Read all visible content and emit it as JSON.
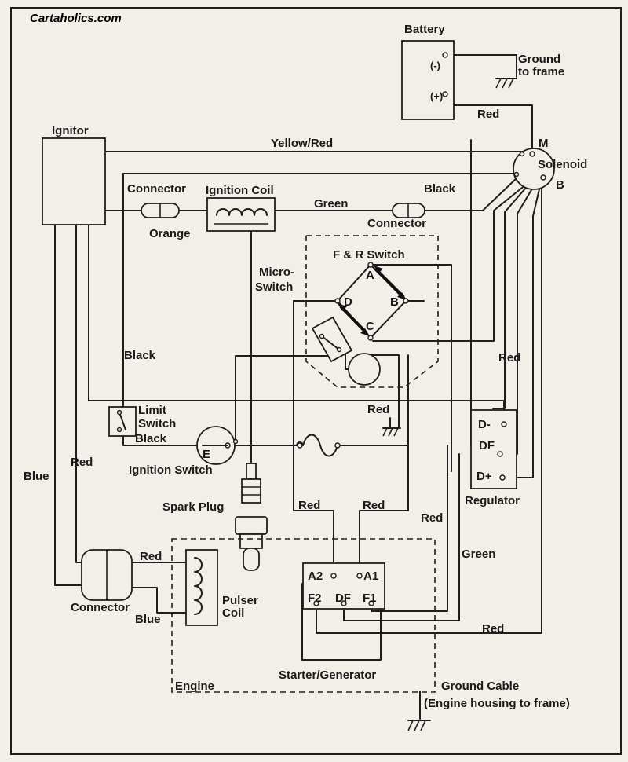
{
  "brand": "Cartaholics.com",
  "components": {
    "battery": "Battery",
    "battery_neg": "(-)",
    "battery_pos": "(+)",
    "ground_to_frame_1": "Ground",
    "ground_to_frame_2": "to frame",
    "ignitor": "Ignitor",
    "solenoid": "Solenoid",
    "solenoid_m": "M",
    "solenoid_b": "B",
    "connector_top": "Connector",
    "ignition_coil": "Ignition Coil",
    "orange": "Orange",
    "connector_right": "Connector",
    "fr_switch": "F & R Switch",
    "micro_switch_1": "Micro-",
    "micro_switch_2": "Switch",
    "switch_a": "A",
    "switch_b": "B",
    "switch_c": "C",
    "switch_d": "D",
    "limit_switch_1": "Limit",
    "limit_switch_2": "Switch",
    "ignition_switch": "Ignition Switch",
    "ignition_switch_e": "E",
    "spark_plug": "Spark Plug",
    "regulator": "Regulator",
    "reg_dminus": "D-",
    "reg_df": "DF",
    "reg_dplus": "D+",
    "connector_bottom": "Connector",
    "pulser_coil_1": "Pulser",
    "pulser_coil_2": "Coil",
    "engine": "Engine",
    "starter_generator": "Starter/Generator",
    "sg_a2": "A2",
    "sg_a1": "A1",
    "sg_f2": "F2",
    "sg_df": "DF",
    "sg_f1": "F1",
    "ground_cable_1": "Ground  Cable",
    "ground_cable_2": "(Engine housing to frame)"
  },
  "wires": {
    "red_battery": "Red",
    "yellow_red": "Yellow/Red",
    "black_solenoid": "Black",
    "green_coil": "Green",
    "black_left": "Black",
    "red_regulator": "Red",
    "red_ground": "Red",
    "black_ignition": "Black",
    "red_left": "Red",
    "blue_left": "Blue",
    "red_a2": "Red",
    "red_a1": "Red",
    "red_mid": "Red",
    "green_df": "Green",
    "red_pulser": "Red",
    "blue_pulser": "Blue",
    "red_f2": "Red"
  }
}
